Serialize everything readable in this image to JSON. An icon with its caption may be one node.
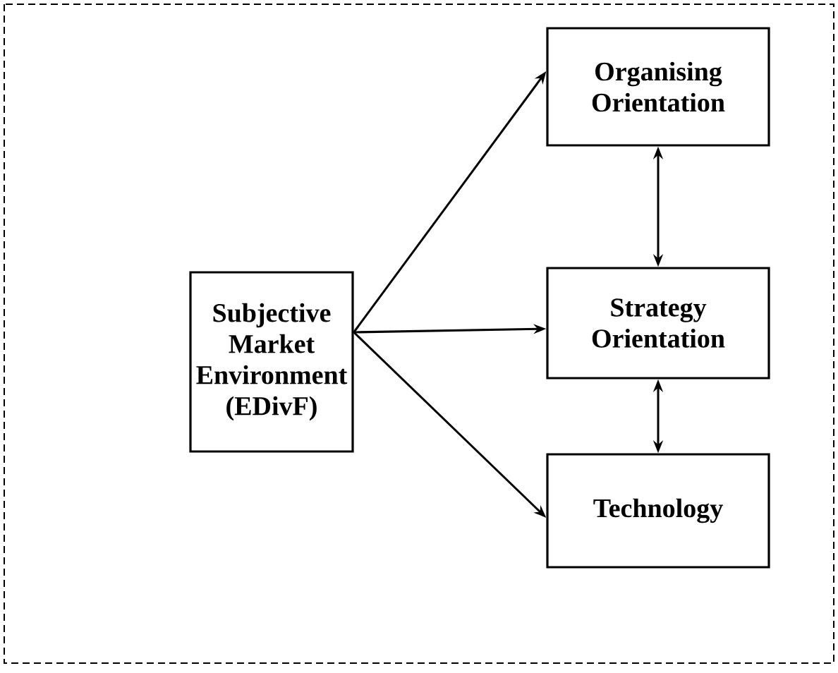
{
  "diagram": {
    "nodes": [
      {
        "text": [
          "Subjective Market Environment (EDivF)"
        ]
      },
      {
        "text": [
          "Organising Orientation"
        ]
      },
      {
        "text": [
          "Strategy Orientation"
        ]
      },
      {
        "text": [
          "Technology"
        ]
      }
    ],
    "edges": [
      {
        "from": 0,
        "to": 1,
        "arrow": "to"
      },
      {
        "from": 0,
        "to": 2,
        "arrow": "to"
      },
      {
        "from": 0,
        "to": 3,
        "arrow": "to"
      },
      {
        "from": 1,
        "to": 2,
        "arrow": "both"
      },
      {
        "from": 2,
        "to": 3,
        "arrow": "both"
      }
    ]
  }
}
